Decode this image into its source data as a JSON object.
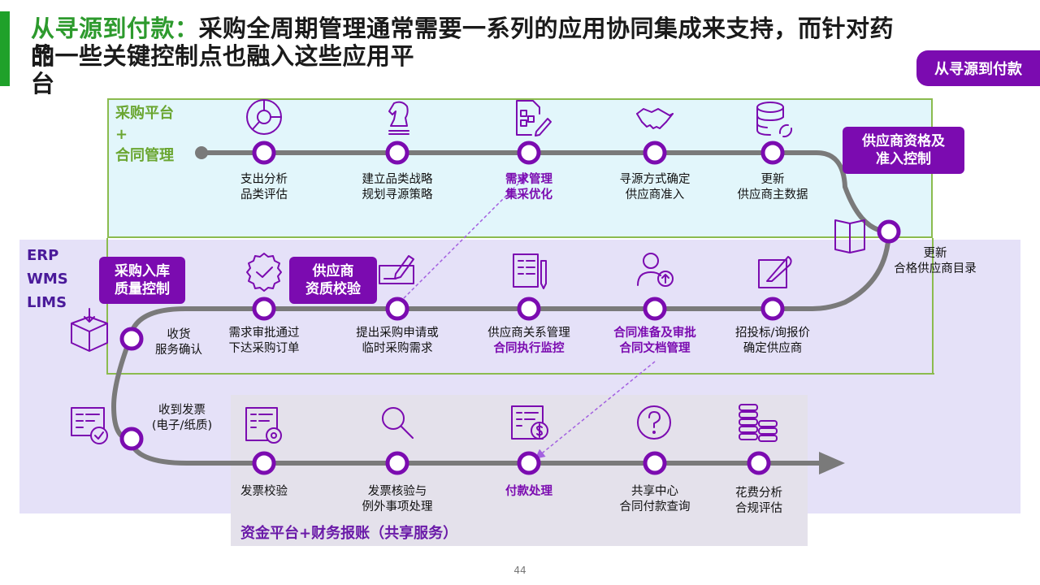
{
  "header": {
    "title_highlight": "从寻源到付款：",
    "title_rest": "采购全周期管理通常需要一系列的应用协同集成来支持，而针对药",
    "title_line2": "品",
    "title_line2_overlap": "的",
    "title_line2_rest": "一些关键控制点也融入这些应用平",
    "title_line3": "台",
    "badge": "从寻源到付款"
  },
  "zones": {
    "procurement": "采购平台\n+\n合同管理",
    "erp": "ERP\nWMS\nLIMS",
    "finance": "资金平台+财务报账（共享服务）"
  },
  "callouts": {
    "supplier_qualification": "供应商资格及\n准入控制",
    "inbound_qc": "采购入库\n质量控制",
    "supplier_quality": "供应商\n资质校验"
  },
  "steps": {
    "row1": [
      {
        "icon": "pie-chart-icon",
        "line1": "支出分析",
        "line2": "品类评估",
        "highlight": false
      },
      {
        "icon": "chess-knight-icon",
        "line1": "建立品类战略",
        "line2": "规划寻源策略",
        "highlight": false
      },
      {
        "icon": "document-edit-icon",
        "line1": "需求管理",
        "line2": "集采优化",
        "highlight": true
      },
      {
        "icon": "handshake-icon",
        "line1": "寻源方式确定",
        "line2": "供应商准入",
        "highlight": false
      },
      {
        "icon": "database-sync-icon",
        "line1": "更新",
        "line2": "供应商主数据",
        "highlight": false
      }
    ],
    "right_turn": {
      "icon": "book-icon",
      "line1": "更新",
      "line2": "合格供应商目录"
    },
    "row2": [
      {
        "icon": "certificate-check-icon",
        "line1": "需求审批通过",
        "line2": "下达采购订单",
        "highlight": false
      },
      {
        "icon": "cheque-pen-icon",
        "line1": "提出采购申请或",
        "line2": "临时采购需求",
        "highlight": false
      },
      {
        "icon": "checklist-pen-icon",
        "line1": "供应商关系管理",
        "line2": "合同执行监控",
        "highlight": "second"
      },
      {
        "icon": "user-upload-icon",
        "line1": "合同准备及审批",
        "line2": "合同文档管理",
        "highlight": true
      },
      {
        "icon": "quill-edit-icon",
        "line1": "招投标/询报价",
        "line2": "确定供应商",
        "highlight": false
      }
    ],
    "left_turn_upper": {
      "icon": "box-download-icon",
      "line1": "收货",
      "line2": "服务确认"
    },
    "left_turn_lower": {
      "icon": "invoice-check-icon",
      "line1": "收到发票",
      "line2": "(电子/纸质)"
    },
    "row3": [
      {
        "icon": "invoice-gear-icon",
        "line1": "发票校验",
        "line2": "",
        "highlight": false
      },
      {
        "icon": "magnifier-icon",
        "line1": "发票核验与",
        "line2": "例外事项处理",
        "highlight": false
      },
      {
        "icon": "invoice-dollar-icon",
        "line1": "付款处理",
        "line2": "",
        "highlight": true
      },
      {
        "icon": "question-circle-icon",
        "line1": "共享中心",
        "line2": "合同付款查询",
        "highlight": false
      },
      {
        "icon": "coin-stacks-icon",
        "line1": "花费分析",
        "line2": "合规评估",
        "highlight": false
      }
    ]
  },
  "colors": {
    "purple": "#7b0bb0",
    "green": "#2d9a2d",
    "track": "#777777",
    "node_stroke": "#7b0bb0"
  },
  "footer": {
    "page_number": "44"
  }
}
